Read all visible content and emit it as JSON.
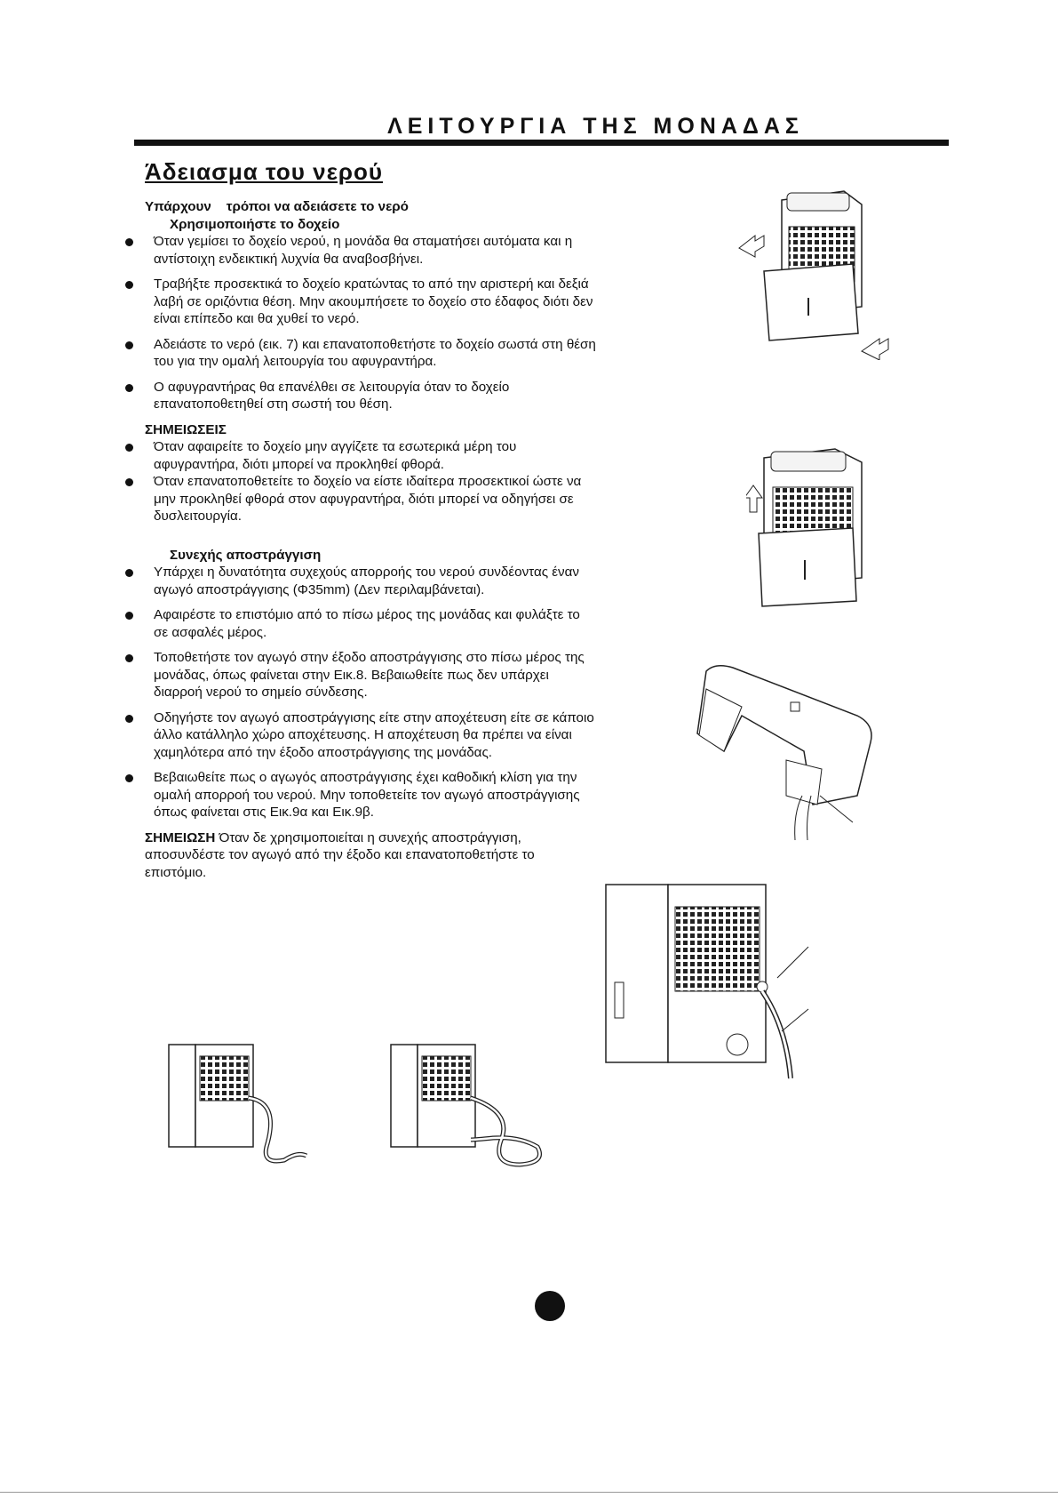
{
  "header": {
    "title": "ΛΕΙΤΟΥΡΓΙΑ ΤΗΣ ΜΟΝΑΔΑΣ"
  },
  "section": {
    "title": "Άδειασμα του νερού"
  },
  "body": {
    "intro": "Υπάρχουν    τρόποι να αδειάσετε το νερό",
    "sub1": "Χρησιμοποιήστε το δοχείο",
    "bullets1": [
      "Όταν γεμίσει το δοχείο νερού, η μονάδα θα σταματήσει αυτόματα και η αντίστοιχη ενδεικτική λυχνία θα αναβοσβήνει.",
      "Τραβήξτε προσεκτικά το δοχείο κρατώντας το από την αριστερή και δεξιά λαβή σε οριζόντια θέση. Μην ακουμπήσετε το δοχείο στο έδαφος διότι δεν είναι επίπεδο και θα χυθεί το νερό.",
      "Αδειάστε το νερό (εικ. 7) και επανατοποθετήστε το δοχείο σωστά στη θέση του για την ομαλή λειτουργία του αφυγραντήρα.",
      "Ο αφυγραντήρας θα επανέλθει σε λειτουργία όταν το δοχείο επανατοποθετηθεί στη σωστή του θέση."
    ],
    "notes_title": "ΣΗΜΕΙΩΣΕΙΣ",
    "notes": [
      "Όταν αφαιρείτε το δοχείο μην αγγίζετε τα εσωτερικά μέρη του αφυγραντήρα, διότι μπορεί να προκληθεί φθορά.",
      "Όταν επανατοποθετείτε το δοχείο να είστε ιδαίτερα προσεκτικοί ώστε να μην προκληθεί φθορά στον αφυγραντήρα, διότι μπορεί να οδηγήσει σε δυσλειτουργία."
    ],
    "sub2": "Συνεχής αποστράγγιση",
    "bullets2": [
      "Υπάρχει η δυνατότητα συχεχούς απορροής του νερού συνδέοντας έναν αγωγό αποστράγγισης (Φ35mm) (Δεν περιλαμβάνεται).",
      "Αφαιρέστε το επιστόμιο από το πίσω μέρος της μονάδας και φυλάξτε το σε ασφαλές μέρος.",
      "Τοποθετήστε τον αγωγό στην έξοδο αποστράγγισης στο πίσω μέρος της μονάδας, όπως φαίνεται στην Εικ.8. Βεβαιωθείτε πως δεν υπάρχει διαρροή νερού το σημείο σύνδεσης.",
      "Οδηγήστε τον αγωγό αποστράγγισης είτε στην αποχέτευση είτε σε κάποιο άλλο κατάλληλο χώρο αποχέτευσης. Η αποχέτευση θα πρέπει να είναι χαμηλότερα από την έξοδο αποστράγγισης της μονάδας.",
      "Βεβαιωθείτε πως ο αγωγός αποστράγγισης έχει καθοδική κλίση για την ομαλή απορροή του νερού. Μην τοποθετείτε τον αγωγό αποστράγγισης όπως φαίνεται στις Εικ.9α και Εικ.9β."
    ],
    "final_note_label": "ΣΗΜΕΙΩΣΗ",
    "final_note_text": " Όταν δε χρησιμοποιείται η συνεχής αποστράγγιση, αποσυνδέστε τον αγωγό από την έξοδο και επανατοποθετήστε το επιστόμιο."
  }
}
